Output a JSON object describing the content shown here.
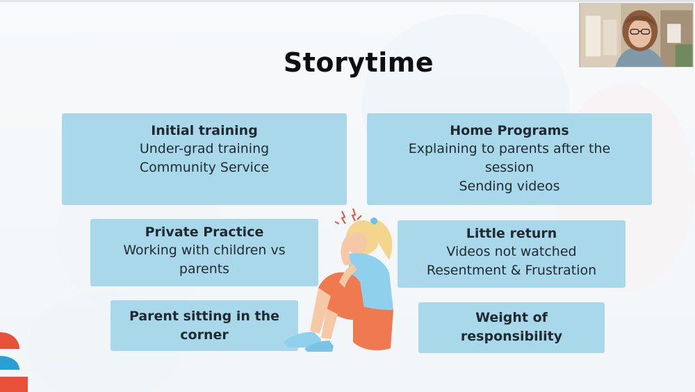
{
  "slide": {
    "title": "Storytime",
    "cards": {
      "initial_training": {
        "heading": "Initial training",
        "lines": [
          "Under-grad training",
          "Community Service"
        ]
      },
      "home_programs": {
        "heading": "Home Programs",
        "lines": [
          "Explaining to parents after the",
          "session",
          "Sending videos"
        ]
      },
      "private_practice": {
        "heading": "Private Practice",
        "lines": [
          "Working with children vs",
          "parents"
        ]
      },
      "little_return": {
        "heading": "Little return",
        "lines": [
          "Videos not watched",
          "Resentment & Frustration"
        ]
      },
      "parent_corner": {
        "heading_lines": [
          "Parent sitting in the",
          "corner"
        ]
      },
      "weight": {
        "heading_lines": [
          "Weight of",
          "responsibility"
        ]
      }
    }
  },
  "colors": {
    "card_fill": "#a9d8ea",
    "background": "#f4f7f9",
    "logo_red": "#e8503a",
    "logo_blue": "#2a9fd6"
  },
  "icons": {
    "illustration": "stressed-person-sitting-illustration",
    "logo": "brand-logo-icon",
    "webcam": "webcam-presenter-video"
  }
}
